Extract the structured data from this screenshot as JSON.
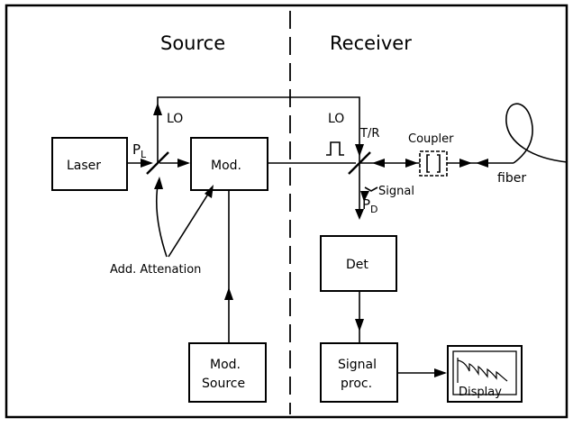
{
  "sections": {
    "source": "Source",
    "receiver": "Receiver"
  },
  "blocks": {
    "laser": "Laser",
    "modulator": "Mod.",
    "mod_source_line1": "Mod.",
    "mod_source_line2": "Source",
    "detector": "Det",
    "signal_proc_line1": "Signal",
    "signal_proc_line2": "proc.",
    "display": "Display"
  },
  "labels": {
    "lo_source": "LO",
    "lo_receiver": "LO",
    "power_laser_symbol": "P",
    "power_laser_subscript": "L",
    "power_detector_symbol": "P",
    "power_detector_subscript": "D",
    "tr": "T/R",
    "coupler": "Coupler",
    "signal": "Signal",
    "fiber": "fiber",
    "attenuation": "Add. Attenation"
  },
  "colors": {
    "ink": "#000000",
    "background": "#ffffff"
  }
}
